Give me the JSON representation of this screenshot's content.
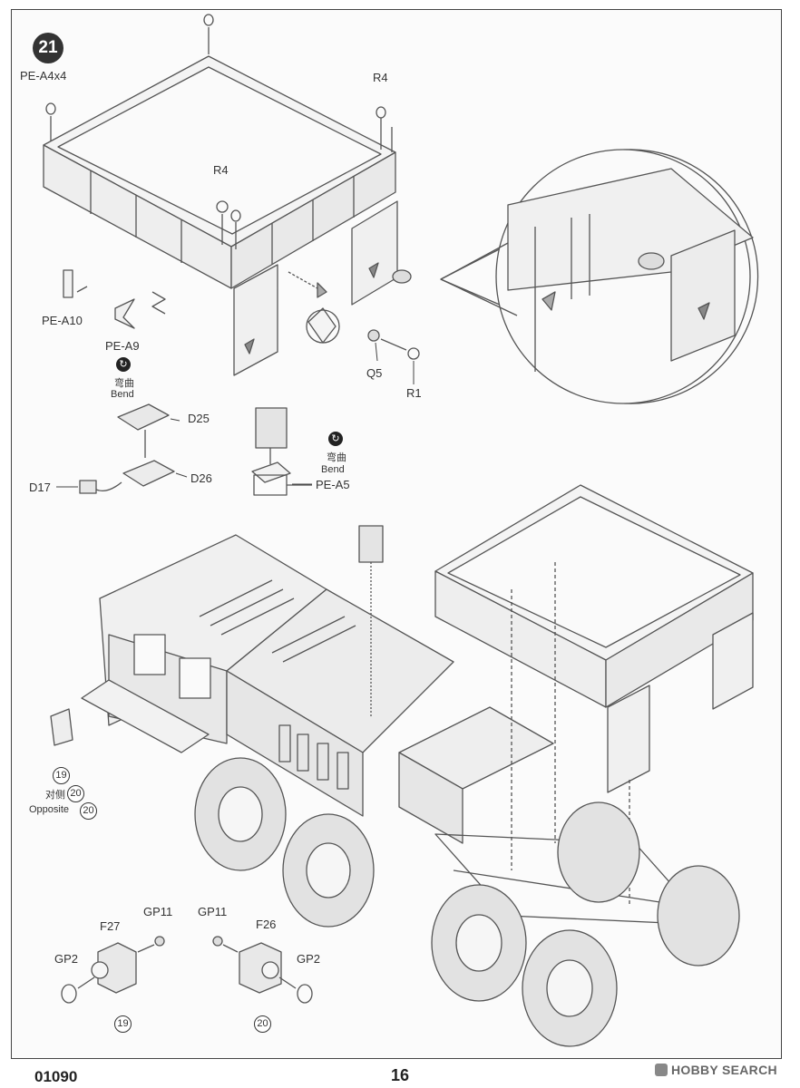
{
  "step": {
    "number": "21"
  },
  "labels": {
    "pe_a4x4": "PE-A4x4",
    "r4_top": "R4",
    "r4_mid": "R4",
    "pe_a10": "PE-A10",
    "pe_a9": "PE-A9",
    "bend_cn_1": "弯曲",
    "bend_en_1": "Bend",
    "q5": "Q5",
    "r1": "R1",
    "d25": "D25",
    "d26": "D26",
    "d17": "D17",
    "bend_cn_2": "弯曲",
    "bend_en_2": "Bend",
    "pe_a5": "PE-A5",
    "ref_19_main": "19",
    "opposite_cn": "对侧",
    "ref_20_cn": "20",
    "opposite_en": "Opposite",
    "ref_20_en": "20",
    "f27": "F27",
    "gp11_left": "GP11",
    "gp2_left": "GP2",
    "gp11_right": "GP11",
    "f26": "F26",
    "gp2_right": "GP2",
    "ref_19_bottom": "19",
    "ref_20_bottom": "20"
  },
  "footer": {
    "product_code": "01090",
    "page_number": "16",
    "watermark": "HOBBY SEARCH"
  },
  "icons": {
    "bend": "bend-arrow-icon"
  }
}
